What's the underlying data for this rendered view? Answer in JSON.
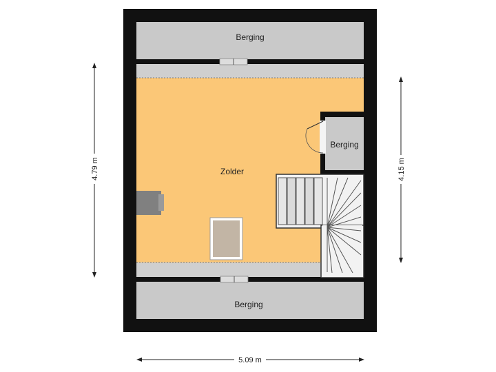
{
  "rooms": {
    "storage_top": "Berging",
    "attic": "Zolder",
    "storage_right": "Berging",
    "storage_bottom": "Berging"
  },
  "dimensions": {
    "width": "5.09 m",
    "left_height": "4.79 m",
    "right_height": "4.15 m"
  },
  "colors": {
    "wall": "#111111",
    "attic_floor": "#FBC777",
    "storage_floor": "#C9C9C9",
    "low_ceiling_strip": "#CFCFCF",
    "hatch": "#C2B5A5",
    "chimney": "#808080"
  }
}
